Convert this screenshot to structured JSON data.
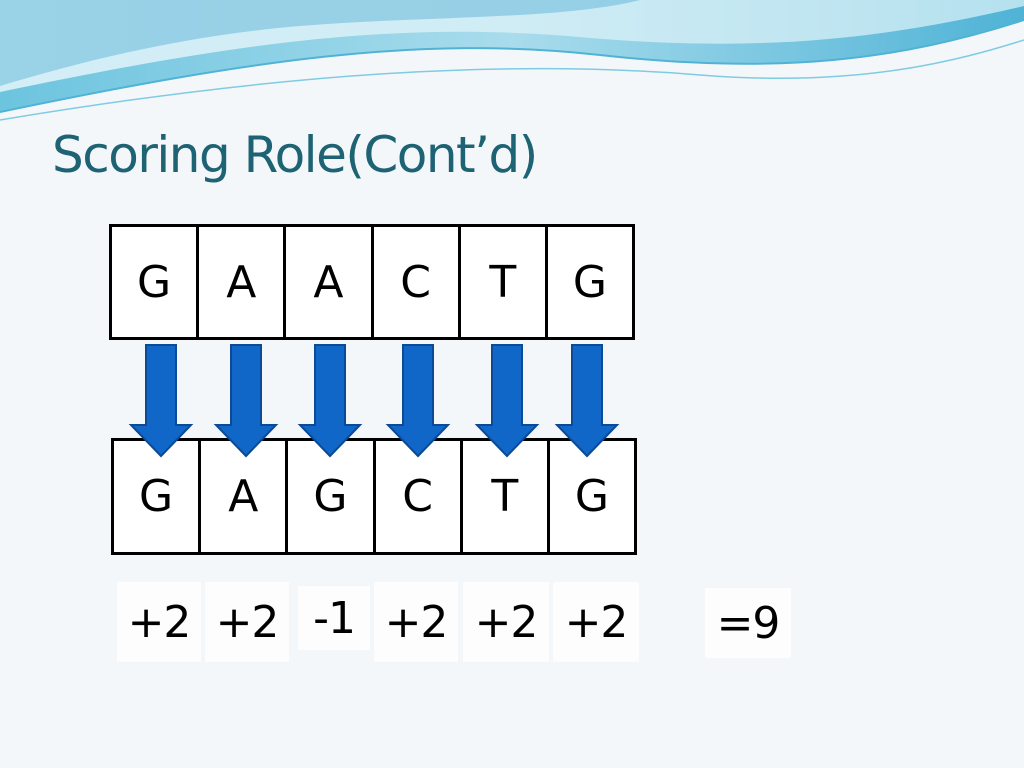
{
  "slide": {
    "title": "Scoring Role(Cont’d)"
  },
  "sequence_top": [
    "G",
    "A",
    "A",
    "C",
    "T",
    "G"
  ],
  "sequence_bottom": [
    "G",
    "A",
    "G",
    "C",
    "T",
    "G"
  ],
  "scores": [
    "+2",
    "+2",
    "-1",
    "+2",
    "+2",
    "+2"
  ],
  "total": "=9",
  "colors": {
    "title": "#1d6374",
    "arrow_fill": "#1167c8",
    "arrow_stroke": "#0b4a96",
    "wave_light": "#a9dcec",
    "wave_dark": "#3fa7cf"
  },
  "icons": {
    "arrow": "down-arrow-icon"
  }
}
